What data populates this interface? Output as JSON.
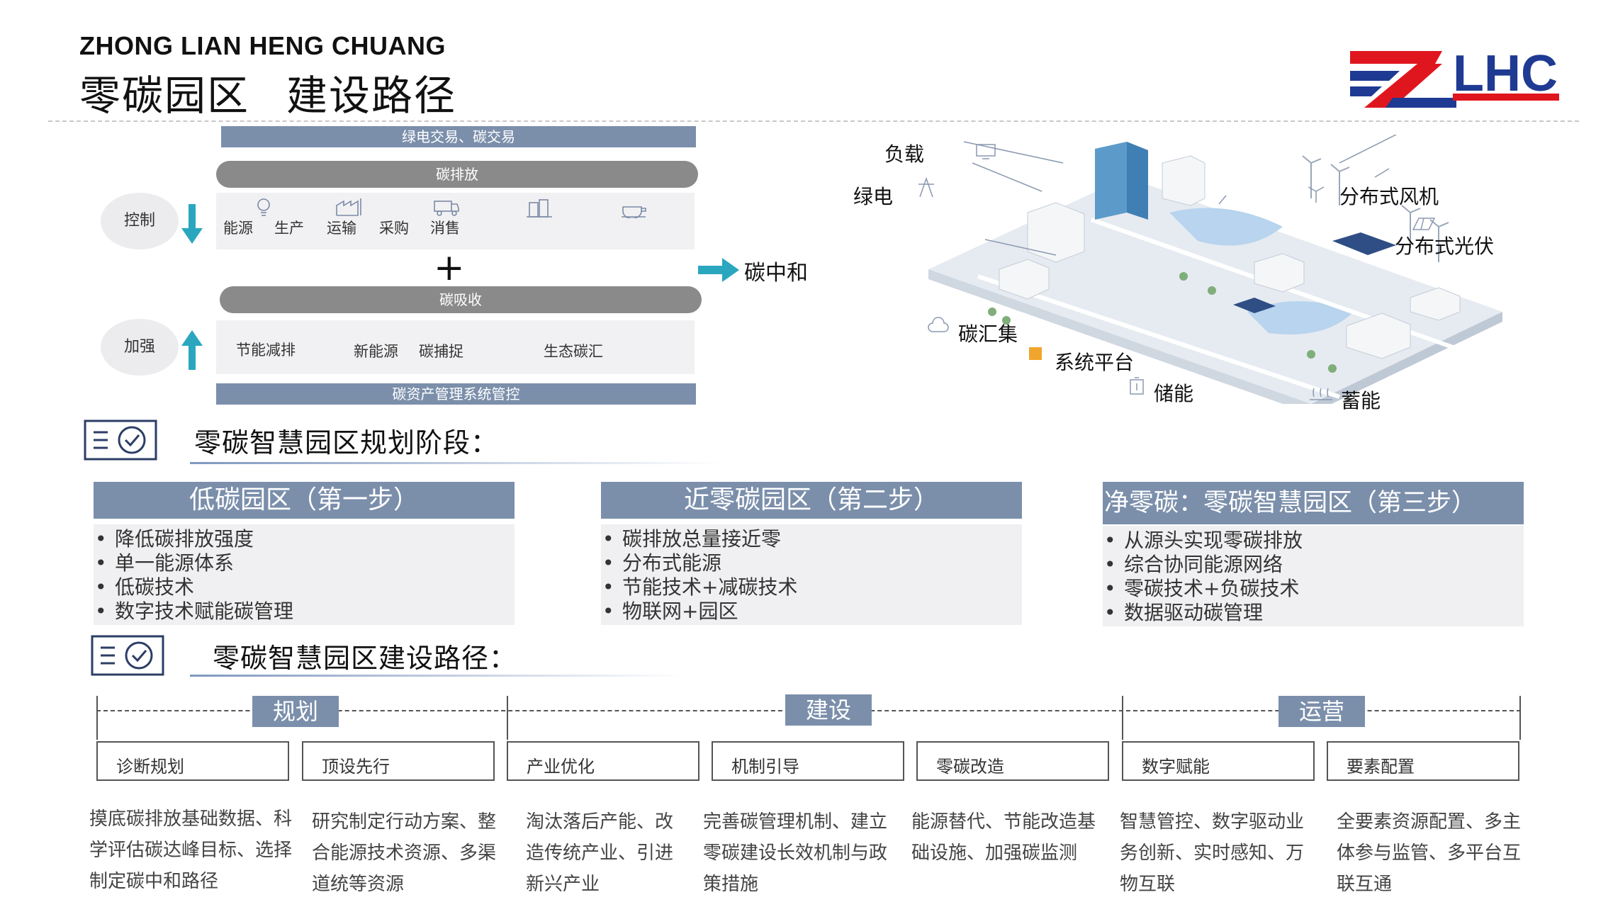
{
  "header": {
    "brand": "ZHONG LIAN HENG CHUANG",
    "title_part1": "零碳园区",
    "title_part2": "建设路径",
    "logo_text": "LHC",
    "logo_colors": {
      "red": "#e0161e",
      "blue": "#1f3a93"
    }
  },
  "flow": {
    "top_bar": "绿电交易、碳交易",
    "emission_bar": "碳排放",
    "control_label": "控制",
    "emission_items": [
      "能源",
      "生产",
      "运输",
      "采购",
      "消售"
    ],
    "plus": "+",
    "absorb_bar": "碳吸收",
    "strengthen_label": "加强",
    "absorb_items": [
      "节能减排",
      "新能源",
      "碳捕捉",
      "生态碳汇"
    ],
    "bottom_bar": "碳资产管理系统管控",
    "result": "碳中和",
    "colors": {
      "bar_blue": "#7b8fab",
      "bar_grey": "#8a8a8a",
      "arrow_teal": "#2aa7bf"
    }
  },
  "city": {
    "labels": {
      "load": "负载",
      "green_power": "绿电",
      "wind": "分布式风机",
      "solar": "分布式光伏",
      "carbon_sink": "碳汇集",
      "platform": "系统平台",
      "storage": "储能",
      "accumulate": "蓄能"
    }
  },
  "planning": {
    "heading": "零碳智慧园区规划阶段：",
    "stages": [
      {
        "title": "低碳园区（第一步）",
        "items": [
          "降低碳排放强度",
          "单一能源体系",
          "低碳技术",
          "数字技术赋能碳管理"
        ]
      },
      {
        "title": "近零碳园区（第二步）",
        "items": [
          "碳排放总量接近零",
          "分布式能源",
          "节能技术+减碳技术",
          "物联网+园区"
        ]
      },
      {
        "title": "净零碳：零碳智慧园区（第三步）",
        "items": [
          "从源头实现零碳排放",
          "综合协同能源网络",
          "零碳技术+负碳技术",
          "数据驱动碳管理"
        ]
      }
    ]
  },
  "construction": {
    "heading": "零碳智慧园区建设路径：",
    "phases": [
      "规划",
      "建设",
      "运营"
    ],
    "steps": [
      {
        "label": "诊断规划",
        "desc": [
          "摸底碳排放基础数据、科",
          "学评估碳达峰目标、选择",
          "制定碳中和路径"
        ]
      },
      {
        "label": "顶设先行",
        "desc": [
          "研究制定行动方案、整",
          "合能源技术资源、多渠",
          "道统等资源"
        ]
      },
      {
        "label": "产业优化",
        "desc": [
          "淘汰落后产能、改",
          "造传统产业、引进",
          "新兴产业"
        ]
      },
      {
        "label": "机制引导",
        "desc": [
          "完善碳管理机制、建立",
          "零碳建设长效机制与政",
          "策措施"
        ]
      },
      {
        "label": "零碳改造",
        "desc": [
          "能源替代、节能改造基",
          "础设施、加强碳监测"
        ]
      },
      {
        "label": "数字赋能",
        "desc": [
          "智慧管控、数字驱动业",
          "务创新、实时感知、万",
          "物互联"
        ]
      },
      {
        "label": "要素配置",
        "desc": [
          "全要素资源配置、多主",
          "体参与监管、多平台互",
          "联互通"
        ]
      }
    ]
  }
}
